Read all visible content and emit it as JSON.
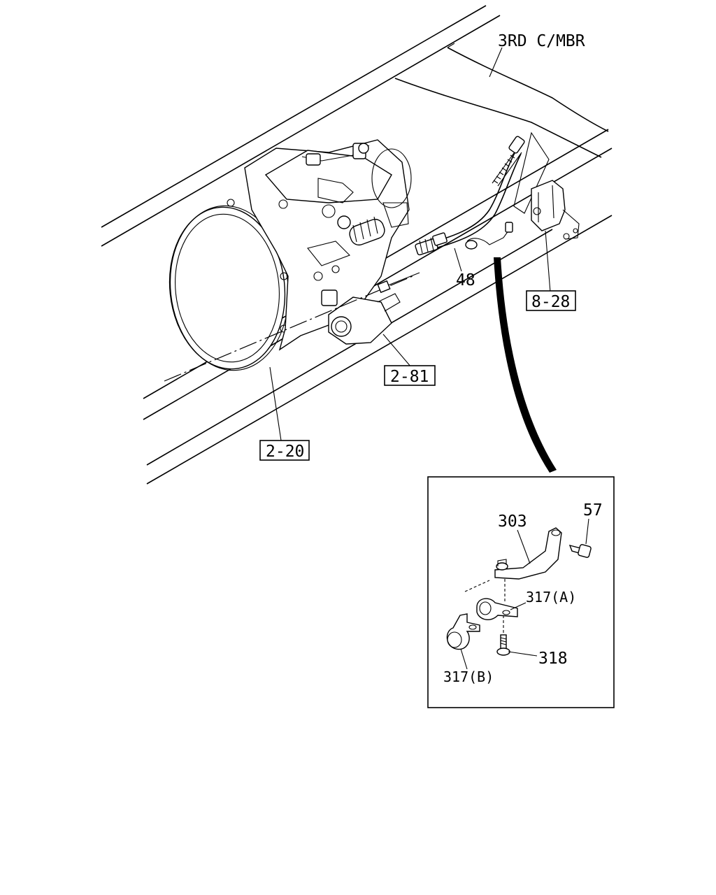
{
  "diagram": {
    "header_label": "3RD C/MBR",
    "callouts": {
      "ref_2_20": "2-20",
      "ref_2_81": "2-81",
      "ref_8_28": "8-28",
      "part_48": "48"
    },
    "detail": {
      "part_303": "303",
      "part_57": "57",
      "part_317a": "317(A)",
      "part_318": "318",
      "part_317b": "317(B)"
    }
  }
}
